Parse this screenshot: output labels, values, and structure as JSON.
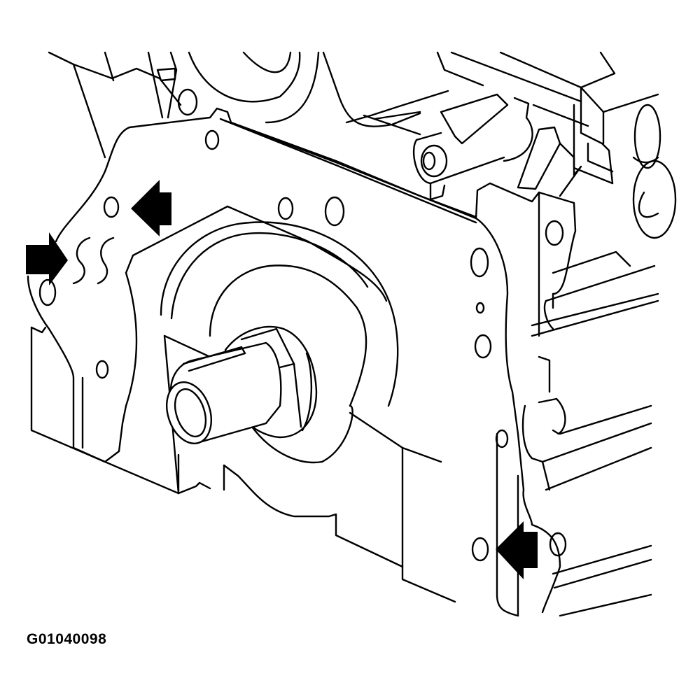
{
  "figure": {
    "label": "G01040098",
    "subject": "engine rear main seal housing / crankshaft flange with sealant application arrows",
    "arrows": [
      {
        "name": "arrow-left-upper",
        "direction": "right",
        "position": "left edge near sealant squiggles"
      },
      {
        "name": "arrow-left-mid",
        "direction": "left",
        "position": "upper-left flange area"
      },
      {
        "name": "arrow-bottom-right",
        "direction": "left",
        "position": "lower-right joint"
      }
    ],
    "sealant_marks": 2,
    "colors": {
      "line": "#000000",
      "background": "#ffffff"
    }
  }
}
